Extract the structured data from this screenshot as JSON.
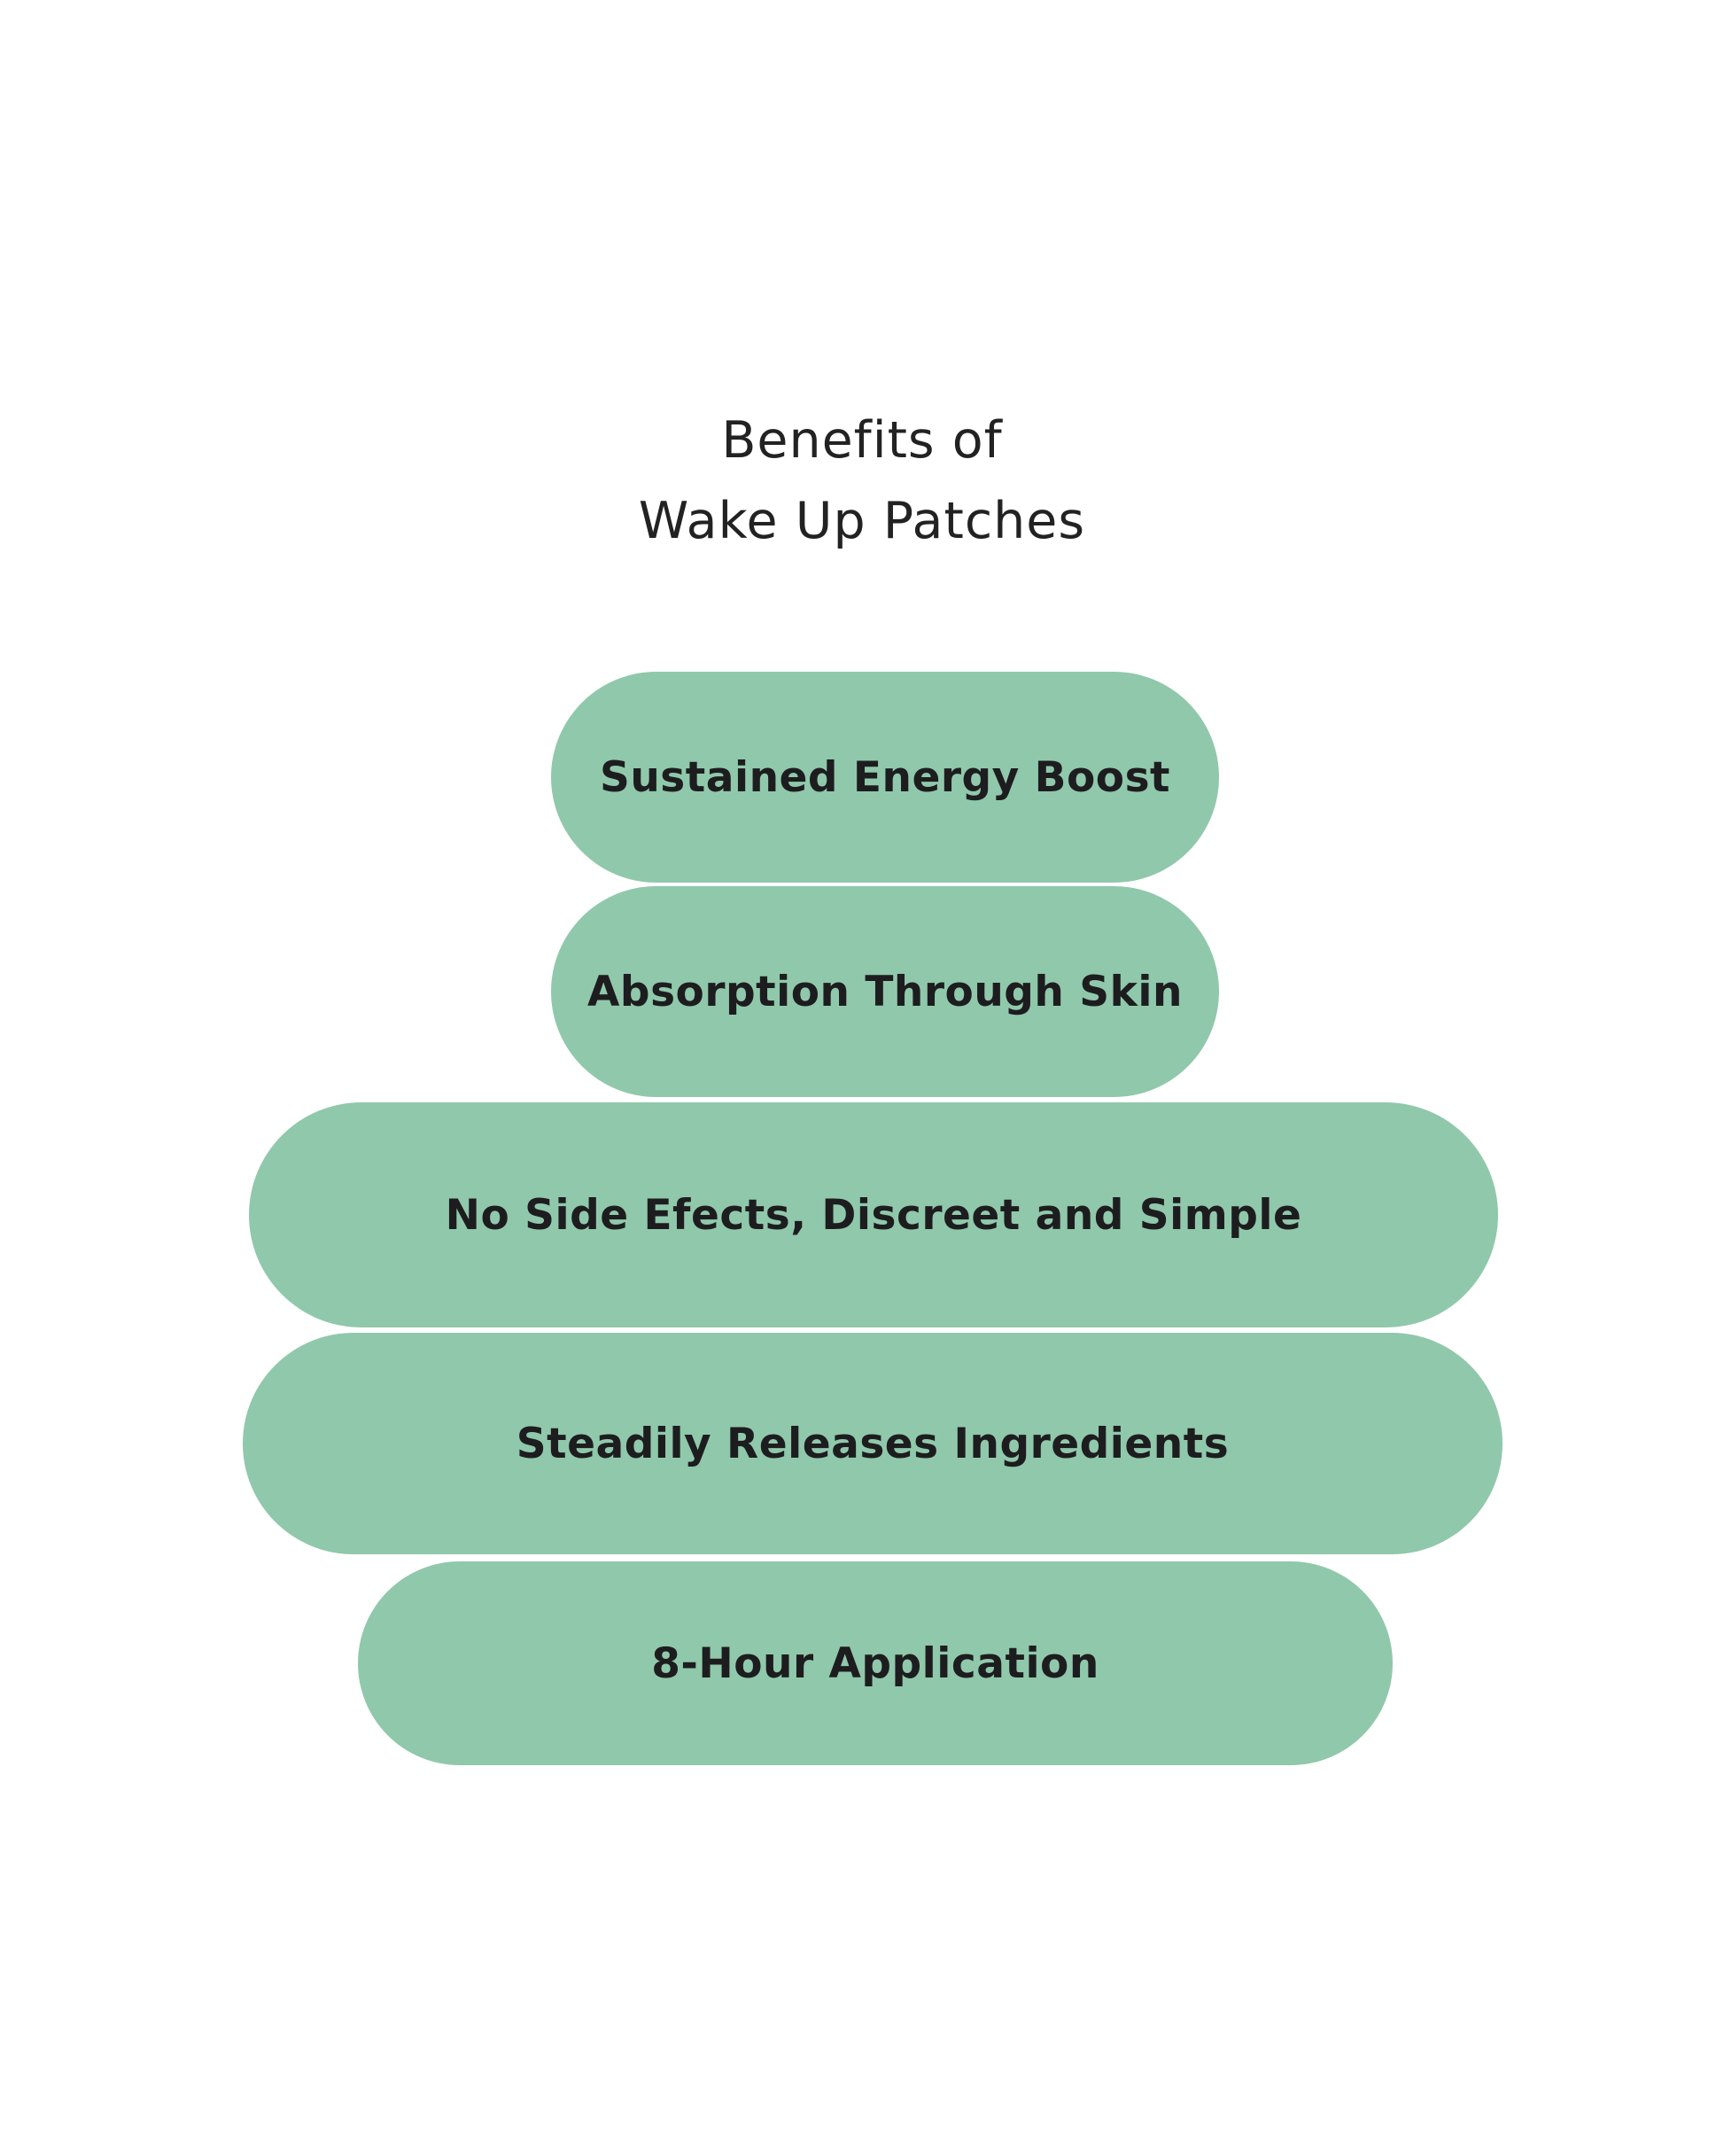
{
  "title": {
    "line1": "Benefits of",
    "line2": "Wake Up Patches"
  },
  "pills": [
    {
      "label": "Sustained Energy Boost"
    },
    {
      "label": "Absorption Through Skin"
    },
    {
      "label": "No Side Efects, Discreet and Simple"
    },
    {
      "label": "Steadily Releases Ingredients"
    },
    {
      "label": "8-Hour Application"
    }
  ],
  "colors": {
    "pill": "#90c8ab",
    "text": "#1d1d1f",
    "background": "#ffffff",
    "title_text": "#222222"
  }
}
